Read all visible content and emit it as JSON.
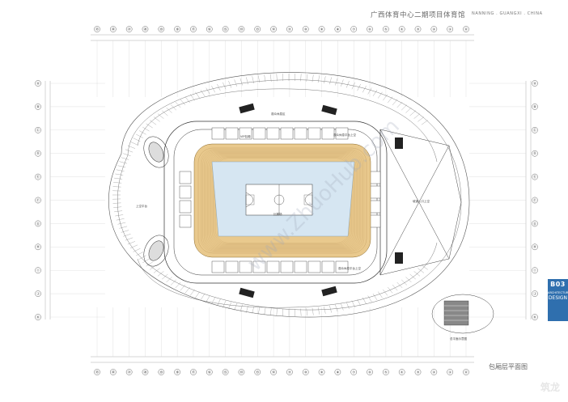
{
  "header": {
    "title": "广西体育中心二期项目体育馆",
    "subtitle": "NANNING . GUANGXI . CHINA"
  },
  "plan_caption": "包厢层平面图",
  "badge": {
    "number": "B03",
    "line1": "ARCHITECTURE",
    "line2": "DESIGN"
  },
  "axis_top": [
    "㉓",
    "㉒",
    "㉑",
    "⑳",
    "⑲",
    "⑱",
    "⑰",
    "⑯",
    "⑮",
    "⑭",
    "⑬",
    "⑫",
    "⑪",
    "⑩",
    "⑨",
    "⑧",
    "⑦",
    "⑥",
    "⑤",
    "④",
    "③",
    "②",
    "①",
    "Ⓐ"
  ],
  "axis_bottom": [
    "㉓",
    "㉒",
    "㉑",
    "⑳",
    "⑲",
    "⑱",
    "⑰",
    "⑯",
    "⑮",
    "⑭",
    "⑬",
    "⑫",
    "⑪",
    "⑩",
    "⑨",
    "⑧",
    "⑦",
    "⑥",
    "⑤",
    "④",
    "③",
    "②",
    "①",
    "Ⓐ"
  ],
  "axis_left": [
    "Ⓐ",
    "Ⓑ",
    "Ⓒ",
    "Ⓓ",
    "Ⓔ",
    "Ⓕ",
    "Ⓖ",
    "Ⓗ",
    "Ⓘ",
    "Ⓙ",
    "Ⓚ"
  ],
  "axis_right": [
    "Ⓐ",
    "Ⓑ",
    "Ⓒ",
    "Ⓓ",
    "Ⓔ",
    "Ⓕ",
    "Ⓖ",
    "Ⓗ",
    "Ⓘ",
    "Ⓙ",
    "Ⓚ"
  ],
  "room_labels": {
    "court": "比赛场",
    "warmup_top": "观众休息区",
    "lounge_top": "观众休息平台上空",
    "lounge_bottom": "观众休息平台上空",
    "vip_box": "VIP包厢",
    "stair_left": "上空平台",
    "ramp_right": "坡道入口上空",
    "legend_box": "总平面示意图"
  },
  "watermark": "www.ZhuoHub.com",
  "corner_logo": "筑龙"
}
